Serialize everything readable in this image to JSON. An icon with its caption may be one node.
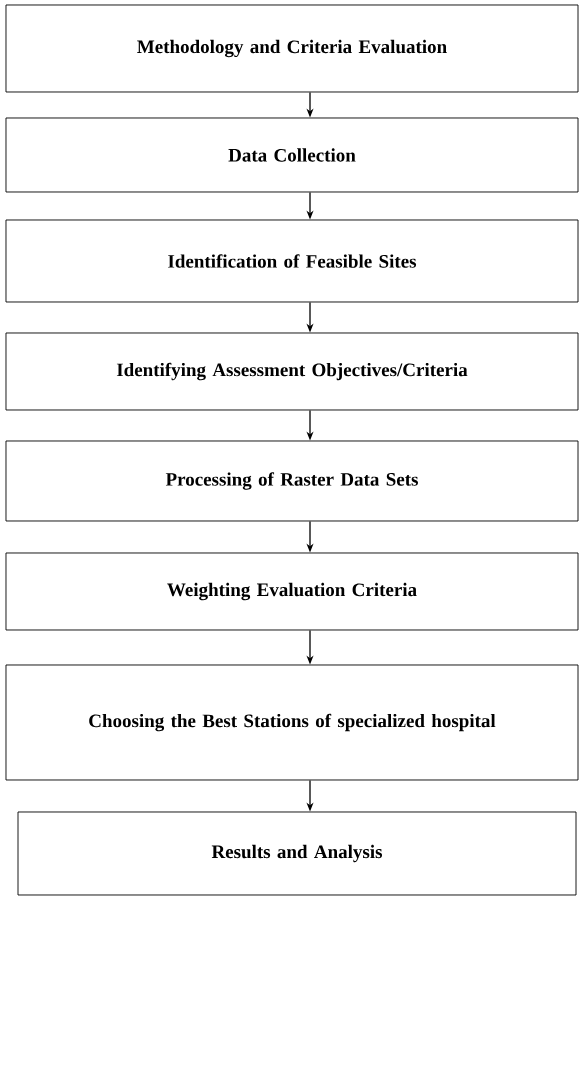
{
  "diagram": {
    "nodes": [
      {
        "text": [
          "Methodology and Criteria Evaluation"
        ]
      },
      {
        "text": [
          "Data Collection"
        ]
      },
      {
        "text": [
          "Identification of Feasible Sites"
        ]
      },
      {
        "text": [
          "Identifying Assessment Objectives/Criteria"
        ]
      },
      {
        "text": [
          "Processing of Raster Data Sets"
        ]
      },
      {
        "text": [
          "Weighting Evaluation Criteria"
        ]
      },
      {
        "text": [
          "Choosing the Best Stations of specialized hospital"
        ]
      },
      {
        "text": [
          "Results and Analysis"
        ]
      }
    ],
    "edges": [
      {
        "from": 0,
        "to": 1,
        "arrow": "to"
      },
      {
        "from": 1,
        "to": 2,
        "arrow": "to"
      },
      {
        "from": 2,
        "to": 3,
        "arrow": "to"
      },
      {
        "from": 3,
        "to": 4,
        "arrow": "to"
      },
      {
        "from": 4,
        "to": 5,
        "arrow": "to"
      },
      {
        "from": 5,
        "to": 6,
        "arrow": "to"
      },
      {
        "from": 6,
        "to": 7,
        "arrow": "to"
      }
    ]
  }
}
